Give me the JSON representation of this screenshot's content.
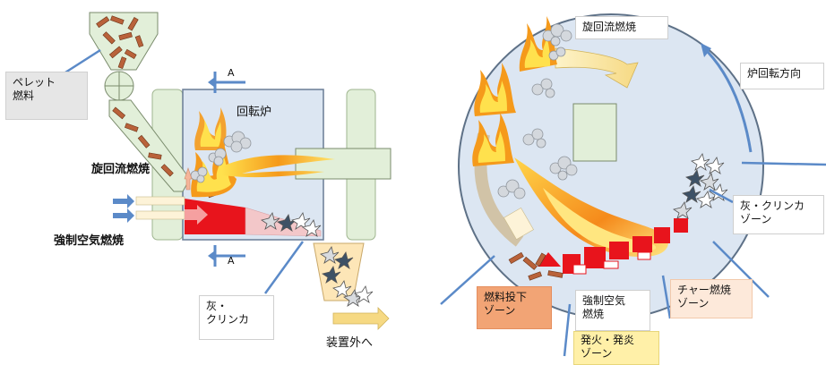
{
  "left": {
    "pellet_fuel": "ペレット\n燃料",
    "rotary_kiln": "回転炉",
    "swirl_flow_combustion": "旋回流燃焼",
    "forced_air_combustion": "強制空気燃焼",
    "ash_clinker": "灰・\nクリンカ",
    "to_outside": "装置外へ",
    "section_a_top": "A",
    "section_a_bottom": "A"
  },
  "right": {
    "swirl_flow_combustion": "旋回流燃焼",
    "rotation_direction": "炉回転方向",
    "ash_clinker_zone": "灰・クリンカ\nゾーン",
    "fuel_drop_zone": "燃料投下\nゾーン",
    "forced_air_combustion": "強制空気\n燃焼",
    "ignition_zone": "発火・発炎\nゾーン",
    "char_combustion_zone": "チャー燃焼\nゾーン"
  },
  "colors": {
    "kiln_fill": "#dce6f2",
    "frame_green": "#e2efd9",
    "ember_red": "#e8141c",
    "pellet_brown": "#b9623a",
    "arrow_blue": "#5b8ac8",
    "flame_orange": "#f59a1b",
    "flame_yellow": "#ffe14d"
  }
}
